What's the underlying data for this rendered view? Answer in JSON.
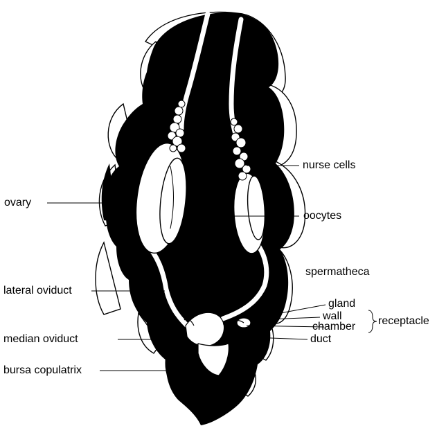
{
  "diagram": {
    "colors": {
      "ink": "#000000",
      "paper": "#ffffff"
    },
    "labels": {
      "nurse_cells": "nurse cells",
      "ovary": "ovary",
      "oocytes": "oocytes",
      "spermatheca": "spermatheca",
      "lateral_oviduct": "lateral oviduct",
      "gland": "gland",
      "wall": "wall",
      "chamber": "chamber",
      "receptacle": "receptacle",
      "duct": "duct",
      "median_oviduct": "median oviduct",
      "bursa_copulatrix": "bursa copulatrix"
    }
  }
}
